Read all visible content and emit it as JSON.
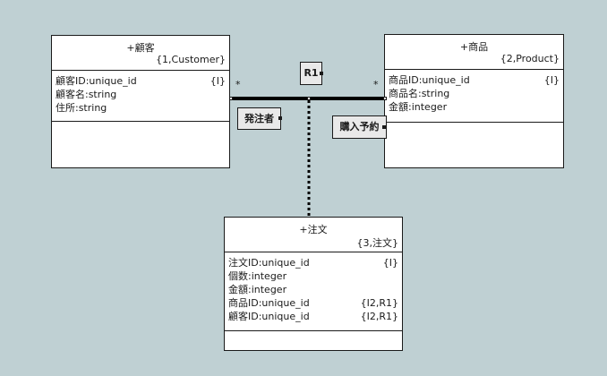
{
  "classes": {
    "customer": {
      "name": "+顧客",
      "key": "{1,Customer}",
      "attributes": [
        {
          "text": "顧客ID:unique_id",
          "tag": "{I}"
        },
        {
          "text": "顧客名:string",
          "tag": ""
        },
        {
          "text": "住所:string",
          "tag": ""
        }
      ]
    },
    "product": {
      "name": "+商品",
      "key": "{2,Product}",
      "attributes": [
        {
          "text": "商品ID:unique_id",
          "tag": "{I}"
        },
        {
          "text": "商品名:string",
          "tag": ""
        },
        {
          "text": "金額:integer",
          "tag": ""
        }
      ]
    },
    "order": {
      "name": "+注文",
      "key": "{3,注文}",
      "attributes": [
        {
          "text": "注文ID:unique_id",
          "tag": "{I}"
        },
        {
          "text": "個数:integer",
          "tag": ""
        },
        {
          "text": "金額:integer",
          "tag": ""
        },
        {
          "text": "商品ID:unique_id",
          "tag": "{I2,R1}"
        },
        {
          "text": "顧客ID:unique_id",
          "tag": "{I2,R1}"
        }
      ]
    }
  },
  "association": {
    "name": "R1",
    "left_role": "発注者",
    "right_role": "購入予約",
    "left_multiplicity": "*",
    "right_multiplicity": "*"
  }
}
